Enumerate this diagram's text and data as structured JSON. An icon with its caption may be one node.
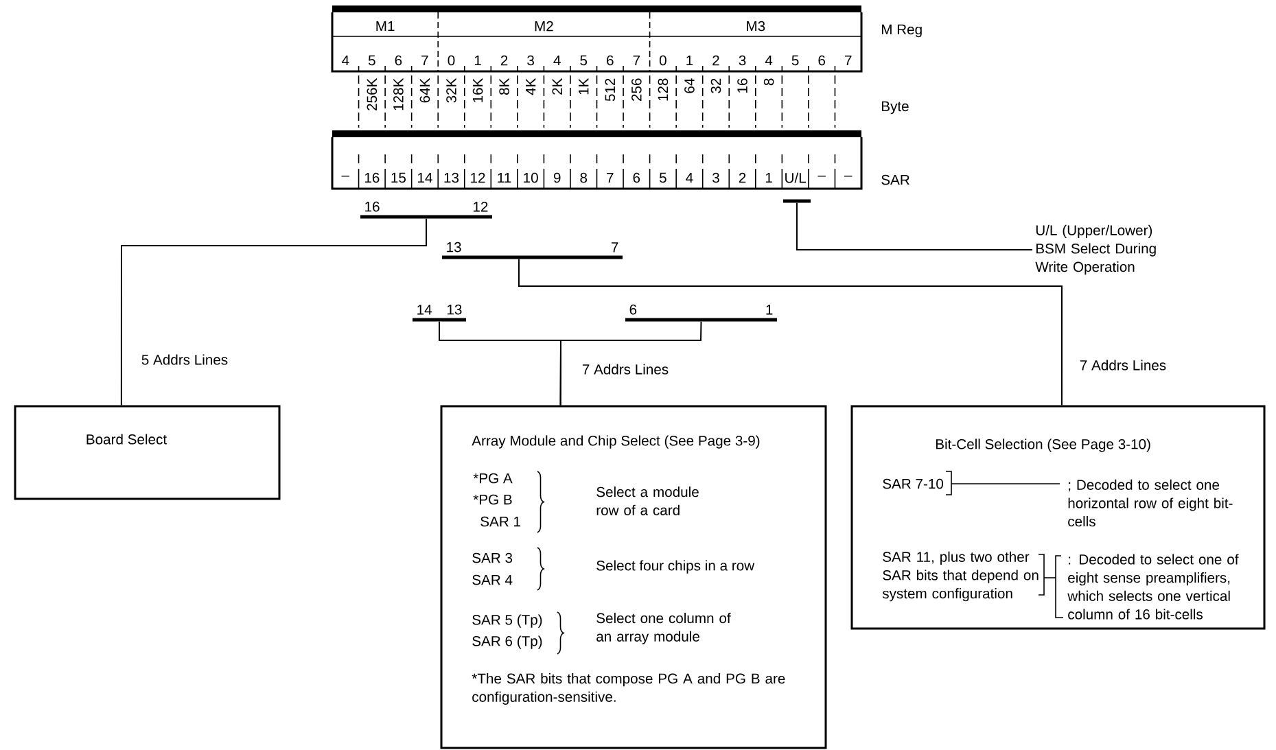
{
  "diagram": {
    "nodes": [
      {
        "text": [
          "M1",
          "M2",
          "M3",
          "4",
          "5",
          "6",
          "7",
          "0",
          "1",
          "2",
          "3",
          "4",
          "5",
          "6",
          "7",
          "0",
          "1",
          "2",
          "3",
          "4",
          "5",
          "6",
          "7"
        ],
        "beside": [
          "M Reg"
        ]
      },
      {
        "text": [
          "–",
          "16",
          "15",
          "14",
          "13",
          "12",
          "11",
          "10",
          "9",
          "8",
          "7",
          "6",
          "5",
          "4",
          "3",
          "2",
          "1",
          "U/L",
          "–",
          "–"
        ],
        "beside": [
          "SAR"
        ]
      },
      {
        "text": [
          "16",
          "12"
        ]
      },
      {
        "text": [
          "13",
          "7"
        ]
      },
      {
        "text": [
          "14",
          "13"
        ]
      },
      {
        "text": [
          "6",
          "1"
        ]
      },
      {
        "text": [],
        "shape": "bar"
      },
      {
        "text": [
          "U/L (Upper/Lower) BSM Select During Write Operation"
        ]
      },
      {
        "text": [
          "Board Select"
        ]
      },
      {
        "text": [
          "Array Module and Chip Select (See Page 3-9)",
          "*PG A",
          "*PG B",
          "SAR 1",
          "Select a module row of a card",
          "SAR 3",
          "SAR 4",
          "Select four chips in a row",
          "SAR 5 (Tp)",
          "SAR 6 (Tp)",
          "Select one column of an array module",
          "*The SAR bits that compose PG A and PG B are configuration-sensitive."
        ]
      },
      {
        "text": [
          "Bit-Cell Selection (See Page 3-10)",
          "SAR 7-10",
          "; Decoded to select one horizontal row of eight bit-cells",
          "SAR 11, plus two other SAR bits that depend on system configuration",
          ": Decoded to select one of eight sense preamplifiers, which selects one vertical column of 16 bit-cells"
        ]
      }
    ],
    "edges": [
      {
        "from": 2,
        "to": 8,
        "arrow": "none",
        "label": "5 Addrs Lines"
      },
      {
        "from": 3,
        "to": 10,
        "arrow": "none",
        "label": "7 Addrs Lines"
      },
      {
        "from": 4,
        "to": 9,
        "arrow": "none",
        "label": "7 Addrs Lines"
      },
      {
        "from": 5,
        "to": 9,
        "arrow": "none"
      },
      {
        "from": 7,
        "to": 6,
        "arrow": "none"
      }
    ],
    "labels": [
      "256K",
      "128K",
      "64K",
      "32K",
      "16K",
      "8K",
      "4K",
      "2K",
      "1K",
      "512",
      "256",
      "128",
      "64",
      "32",
      "16",
      "8",
      "Byte"
    ]
  }
}
